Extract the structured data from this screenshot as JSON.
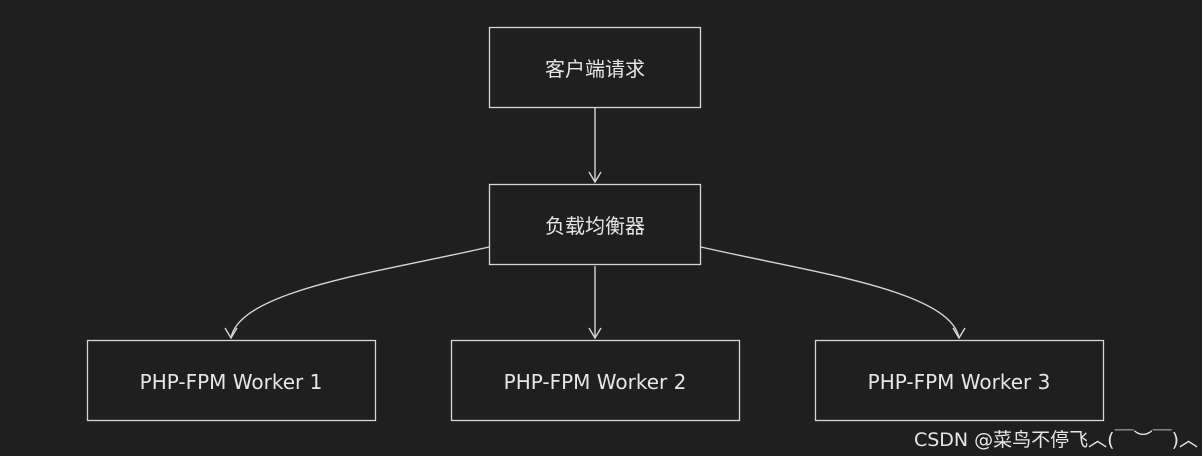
{
  "diagram": {
    "nodes": {
      "client": {
        "label": "客户端请求"
      },
      "lb": {
        "label": "负载均衡器"
      },
      "w1": {
        "label": "PHP-FPM Worker 1"
      },
      "w2": {
        "label": "PHP-FPM Worker 2"
      },
      "w3": {
        "label": "PHP-FPM Worker 3"
      }
    },
    "edges": [
      {
        "from": "client",
        "to": "lb"
      },
      {
        "from": "lb",
        "to": "w1"
      },
      {
        "from": "lb",
        "to": "w2"
      },
      {
        "from": "lb",
        "to": "w3"
      }
    ]
  },
  "watermark": {
    "text": "CSDN @菜鸟不停飞︿(￣︶￣)︿"
  },
  "colors": {
    "background": "#1f1f1f",
    "stroke": "#d6d6d6",
    "text": "#e6e6e6"
  }
}
